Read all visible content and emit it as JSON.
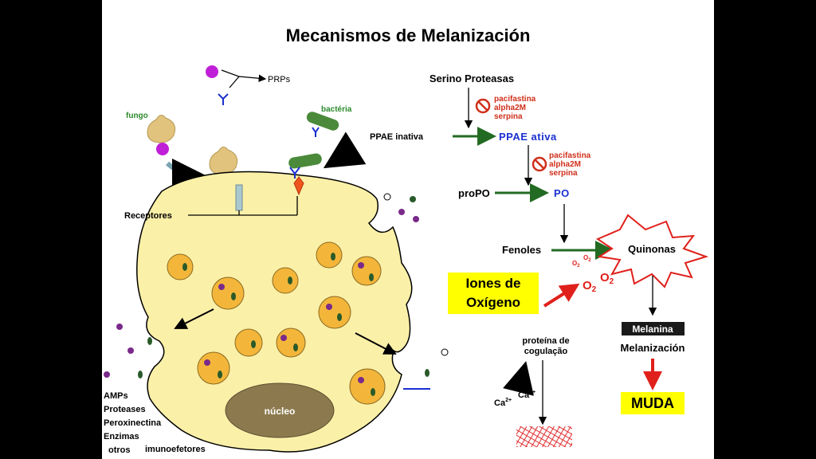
{
  "title": "Mecanismos de Melanización",
  "cell": {
    "prps": "PRPs",
    "fungus": "fungo",
    "bacteria": "bactéria",
    "receptors": "Receptores",
    "nucleus": "núcleo",
    "effectors": [
      "AMPs",
      "Proteases",
      "Peroxinectina",
      "Enzimas"
    ],
    "others_1": "otros",
    "others_2": "imunoefetores"
  },
  "cascade": {
    "serine_proteases": "Serino Proteasas",
    "inhibitors_1": [
      "pacifastina",
      "alpha2M",
      "serpina"
    ],
    "inhibitors_2": [
      "pacifastina",
      "alpha2M",
      "serpina"
    ],
    "ppae_inactive": "PPAE inativa",
    "ppae_active": "PPAE ativa",
    "propo": "proPO",
    "po": "PO",
    "phenols": "Fenoles",
    "quinones": "Quinonas",
    "melanin": "Melanina",
    "melanization": "Melanización",
    "molt": "MUDA",
    "oxygen_ions_line1": "Iones de",
    "oxygen_ions_line2": "Oxígeno",
    "o2_label": "O",
    "o2_sub": "2"
  },
  "coagulation": {
    "label_1": "proteína de",
    "label_2": "cogulação",
    "ca_label": "Ca",
    "ca_charge": "2+"
  },
  "colors": {
    "cytoplasm": "#fbf0a8",
    "granule": "#f3b63a",
    "nucleus": "#8c7a4e",
    "active_blue": "#1a2fd0",
    "inhibitor_red": "#d0301b",
    "arrow_green": "#236b23",
    "highlight_yellow": "#ffff00"
  }
}
